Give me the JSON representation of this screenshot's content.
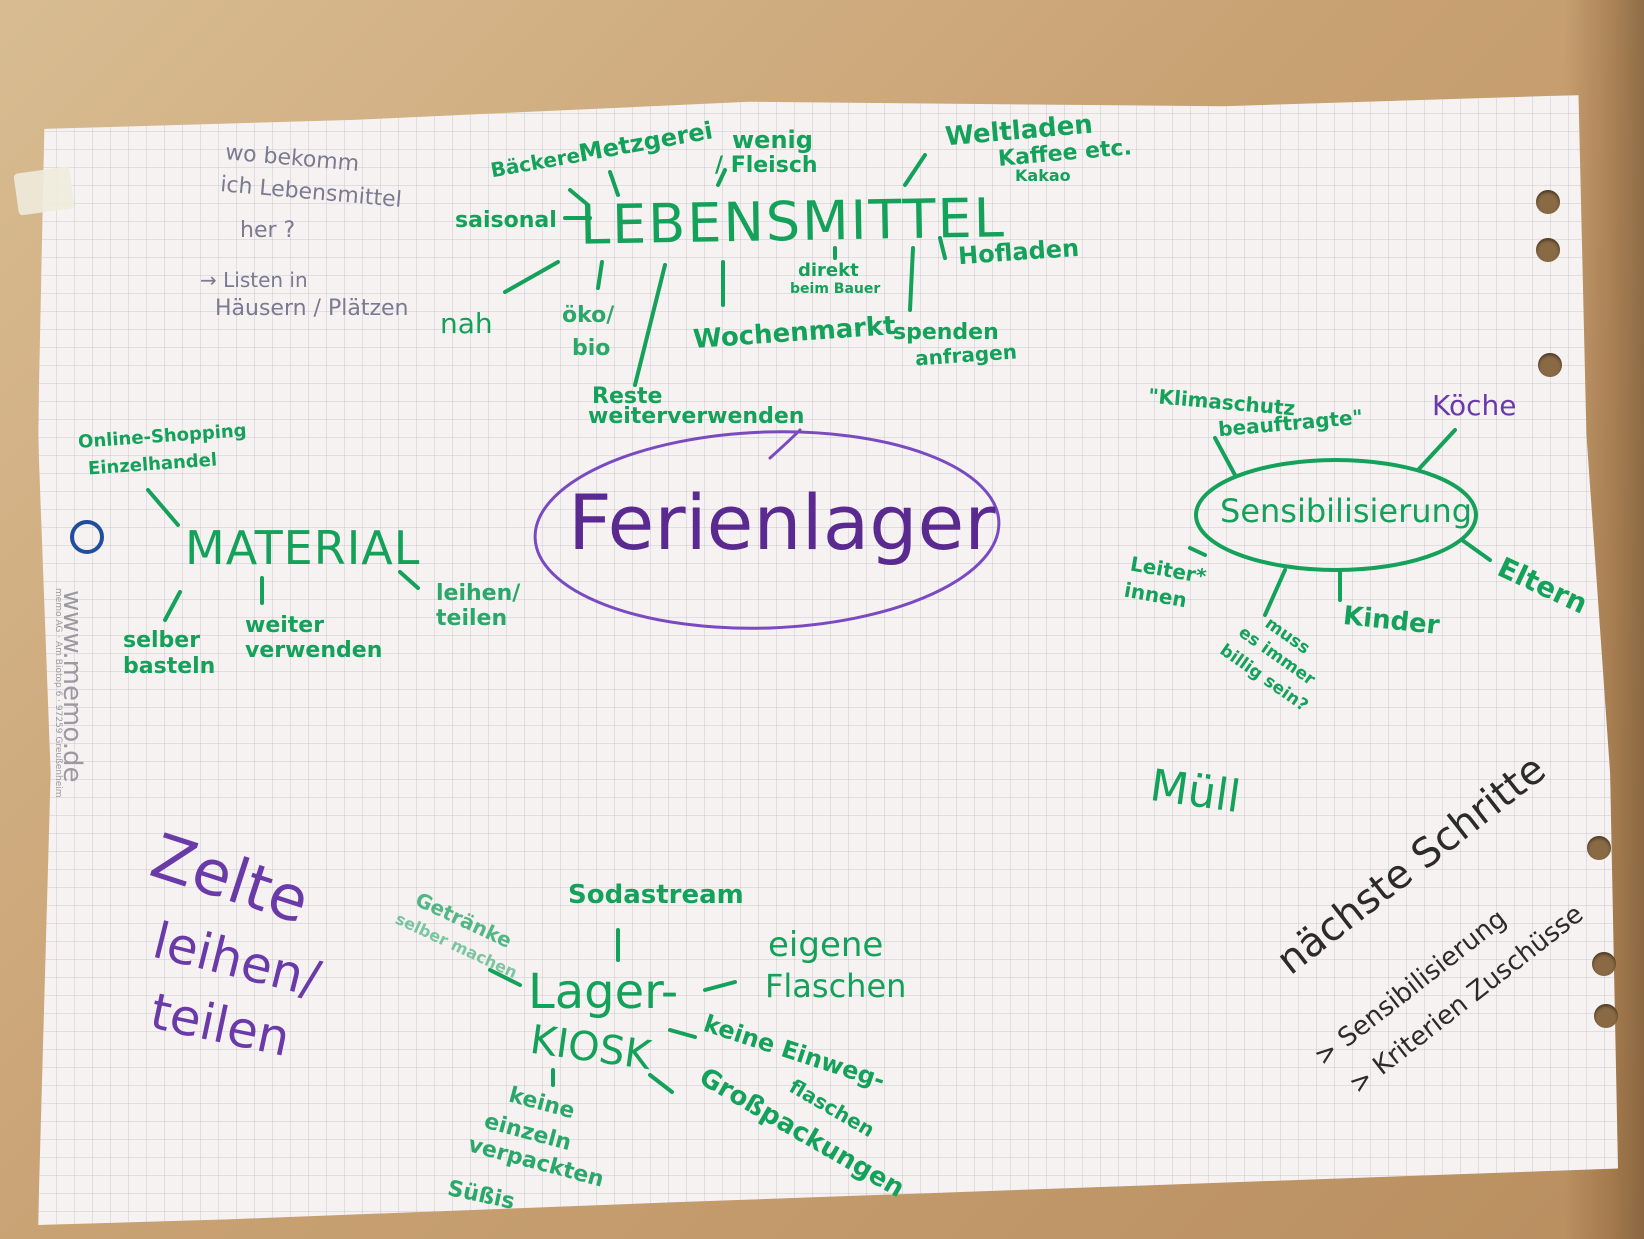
{
  "colors": {
    "green": "#14a15a",
    "purple": "#6a3aa8",
    "black": "#2b2b2b",
    "table": "#c9a274",
    "paper": "#f6f2f2"
  },
  "center": "Ferienlager",
  "top_note": [
    "wo bekomm",
    "ich Lebensmittel",
    "her ?"
  ],
  "top_note_arrow": "→ Listen in",
  "top_note_arrow2": "Häusern / Plätzen",
  "lebensmittel": {
    "title": "LEBENSMITTEL",
    "baeckerei": "Bäckerei",
    "metzgerei": "Metzgerei",
    "wenig": "wenig",
    "fleisch": "/ Fleisch",
    "weltladen": "Weltladen",
    "kaffee": "Kaffee etc.",
    "kakao": "Kakao",
    "saisonal": "saisonal",
    "hofladen": "Hofladen",
    "direkt": "direkt",
    "beim_bauer": "beim Bauer",
    "nah": "nah",
    "oeko": "öko/",
    "bio": "bio",
    "wochenmarkt": "Wochenmarkt",
    "spenden": "spenden",
    "anfragen": "anfragen",
    "reste": "Reste",
    "weiterverwenden": "weiterverwenden"
  },
  "material": {
    "title": "MATERIAL",
    "online": "Online-Shopping",
    "einzelhandel": "Einzelhandel",
    "selber": "selber",
    "basteln": "basteln",
    "weiter": "weiter",
    "verwenden": "verwenden",
    "leihen": "leihen/",
    "teilen": "teilen"
  },
  "sensibilisierung": {
    "title": "Sensibilisierung",
    "klimaschutz": "\"Klimaschutz",
    "beauftragte": "beauftragte\"",
    "koeche": "Köche",
    "leiter": "Leiter*",
    "innen": "innen",
    "eltern": "Eltern",
    "kinder": "Kinder",
    "muss": "muss",
    "es_immer": "es immer",
    "billig_sein": "billig sein?"
  },
  "muell": "Müll",
  "zelte": [
    "Zelte",
    "leihen/",
    "teilen"
  ],
  "kiosk": {
    "lager": "Lager-",
    "kiosk": "KIOSK",
    "sodastream": "Sodastream",
    "getraenke": "Getränke",
    "selber_machen": "selber machen",
    "eigene": "eigene",
    "flaschen": "Flaschen",
    "keine_einweg": "keine Einweg-",
    "flaschen2": "flaschen",
    "grosspackungen": "Großpackungen",
    "keine": "keine",
    "einzeln": "einzeln",
    "verpackten": "verpackten",
    "suessis": "Süßis"
  },
  "naechste": {
    "title": "nächste Schritte",
    "item1": "> Sensibilisierung",
    "item2": "> Kriterien Zuschüsse"
  },
  "watermark": "www.memo.de",
  "watermark_small": "memo AG · Am Biotop 6 · 97259 Greußenheim"
}
